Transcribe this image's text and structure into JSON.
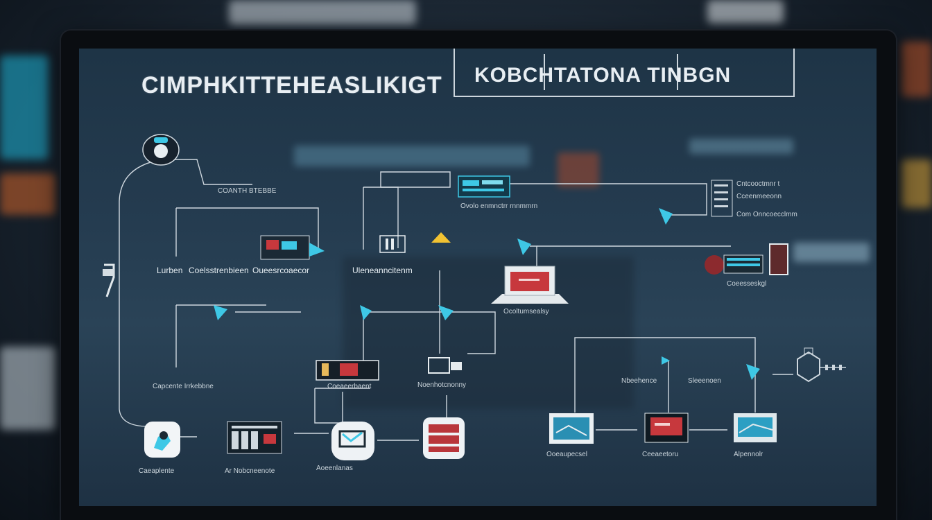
{
  "title_main": "CIMPHKITTEHEASLIKIGT",
  "title_box": "KOBCHTATONA TINBGN",
  "labels": {
    "top_left_a": "COANTH BTEBBE",
    "left_row1_a": "Lurben",
    "left_row1_b": "Coelsstrenbieen",
    "left_row1_c": "Oueesrcoaecor",
    "center_row1": "Uleneanncitenm",
    "right_center_label": "Ocoltumsealsy",
    "top_center_caption": "Ovolo enmnctrr rnnmmrn",
    "right_top_a": "Cntcooctmnr t",
    "right_top_b": "Cceenmeeonn",
    "right_top_c": "Com Onncoecclmm",
    "right_mid_label": "Coeesseskgl",
    "mid_left_label": "Capcente Irrkebbne",
    "mid_center_a": "Coeaeerbaent",
    "mid_center_b": "Noenhotcnonny",
    "mid_right_a": "Nbeehence",
    "mid_right_b": "Sleeenoen",
    "bottom_a": "Caeaplente",
    "bottom_b": "Ar Nobcneenote",
    "bottom_c": "Aoeenlanas",
    "bottom_d": "Ooeaupecsel",
    "bottom_e": "Ceeaeetoru",
    "bottom_f": "Alpennolr"
  },
  "colors": {
    "accent_cyan": "#3ec8e6",
    "accent_red": "#c7383d",
    "warning_yellow": "#f1c232",
    "wire": "#cfd8df"
  }
}
